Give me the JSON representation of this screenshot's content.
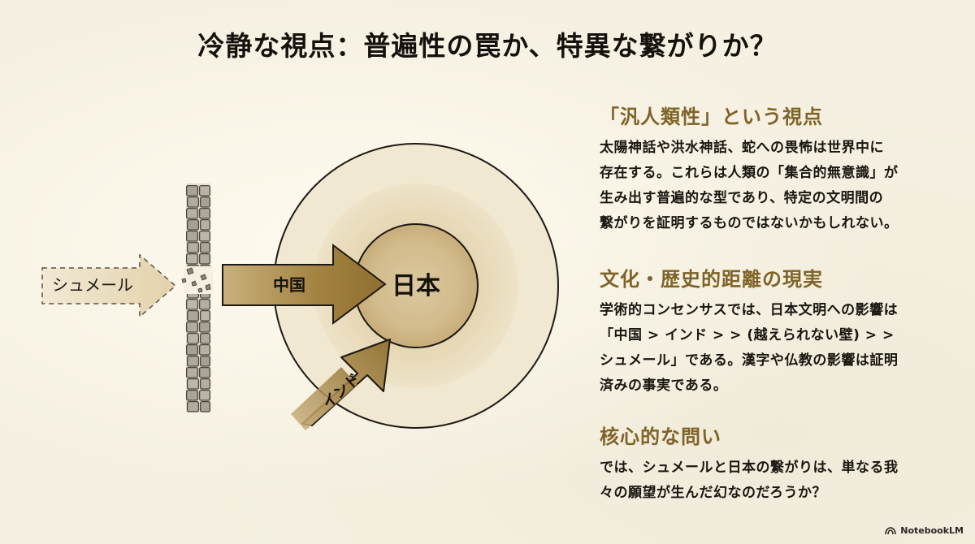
{
  "title": "冷静な視点：普遍性の罠か、特異な繋がりか？",
  "diagram": {
    "center_label": "日本",
    "arrow_sumer_label": "シュメール",
    "arrow_china_label": "中国",
    "arrow_india_label": "インド",
    "colors": {
      "gold": "#9a7a3a",
      "gold_light": "#c7ad78",
      "inner_circle": "#d6c39a",
      "outer_ring": "#e9dcbd",
      "ink": "#1d1914"
    }
  },
  "sections": [
    {
      "heading": "「汎人類性」という視点",
      "lines": [
        "太陽神話や洪水神話、蛇への畏怖は世界中に",
        "存在する。これらは人類の「集合的無意識」が",
        "生み出す普遍的な型であり、特定の文明間の",
        "繋がりを証明するものではないかもしれない。"
      ]
    },
    {
      "heading": "文化・歴史的距離の現実",
      "lines": [
        "学術的コンセンサスでは、日本文明への影響は",
        "「中国 > インド > > (越えられない壁) > >",
        "シュメール」である。漢字や仏教の影響は証明",
        "済みの事実である。"
      ]
    },
    {
      "heading": "核心的な問い",
      "lines": [
        "では、シュメールと日本の繋がりは、単なる我",
        "々の願望が生んだ幻なのだろうか？"
      ]
    }
  ],
  "brand": {
    "name": "NotebookLM",
    "icon": "notebooklm-logo-icon"
  }
}
